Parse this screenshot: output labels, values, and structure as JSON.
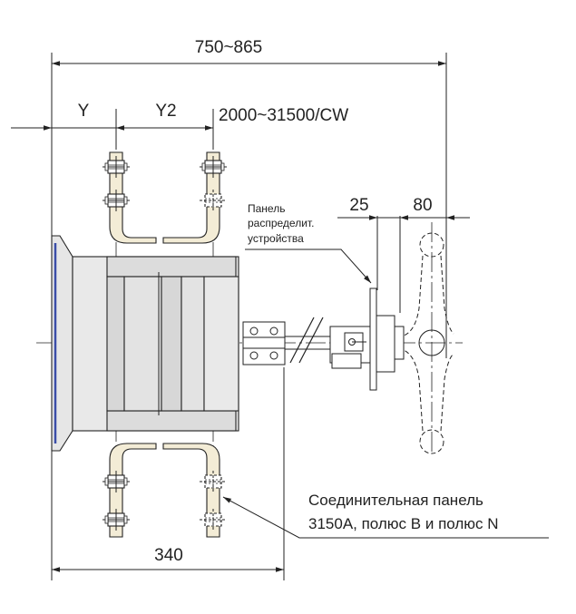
{
  "dimensions": {
    "overall_width": "750~865",
    "y": "Y",
    "y2": "Y2",
    "current_range": "2000~31500/CW",
    "offset_25": "25",
    "offset_80": "80",
    "bottom_width": "340"
  },
  "labels": {
    "panel_line1": "Панель",
    "panel_line2": "распределит.",
    "panel_line3": "устройства",
    "connection_line1": "Соединительная панель",
    "connection_line2": "3150A, полюс B и полюс N"
  },
  "colors": {
    "line": "#222222",
    "copper_bar": "#f3ecd6",
    "breaker_body": "#e9e9e9",
    "breaker_front": "#d4d4d4",
    "blue_edge": "#3b4ea8"
  }
}
